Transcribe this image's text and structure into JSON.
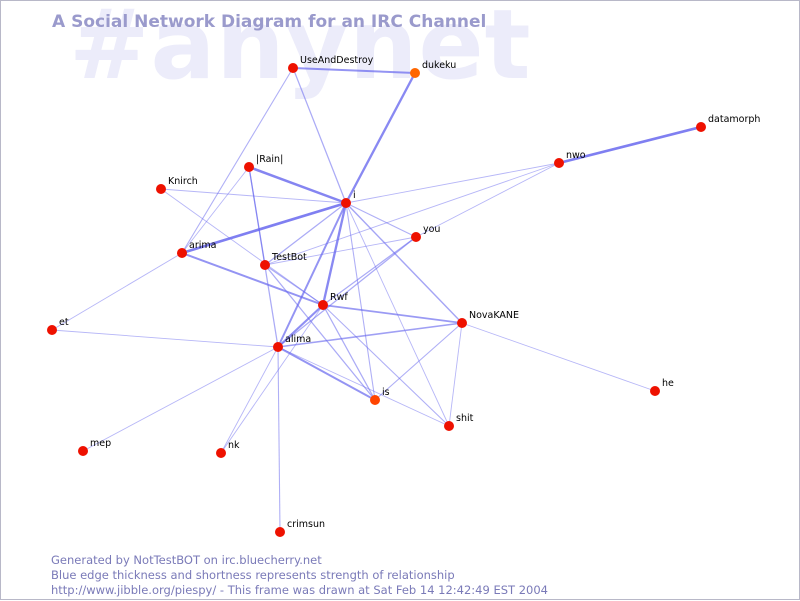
{
  "header": {
    "title": "A Social Network Diagram for an IRC Channel",
    "channel": "#anynet"
  },
  "footer": {
    "line1": "Generated by NotTestBOT on irc.bluecherry.net",
    "line2": "Blue edge thickness and shortness represents strength of relationship",
    "line3": "http://www.jibble.org/piespy/ - This frame was drawn at Sat Feb 14 12:42:49 EST 2004"
  },
  "colors": {
    "node_default": "#ee1100",
    "node_orange": "#ff6600",
    "edge": "#6666ee",
    "title": "#9a9acc"
  },
  "nodes": [
    {
      "id": "UseAndDestroy",
      "label": "UseAndDestroy",
      "color": "#ee1100"
    },
    {
      "id": "dukeku",
      "label": "dukeku",
      "color": "#ff6600"
    },
    {
      "id": "datamorph",
      "label": "datamorph",
      "color": "#ee1100"
    },
    {
      "id": "nwo",
      "label": "nwo",
      "color": "#ee1100"
    },
    {
      "id": "Rain",
      "label": "|Rain|",
      "color": "#ee1100"
    },
    {
      "id": "Knirch",
      "label": "Knirch",
      "color": "#ee1100"
    },
    {
      "id": "i",
      "label": "i",
      "color": "#ee1100"
    },
    {
      "id": "you",
      "label": "you",
      "color": "#ee1100"
    },
    {
      "id": "arima",
      "label": "arima",
      "color": "#ee1100"
    },
    {
      "id": "TestBot",
      "label": "TestBot",
      "color": "#ee1100"
    },
    {
      "id": "Rwf",
      "label": "Rwf",
      "color": "#ee1100"
    },
    {
      "id": "NovaKANE",
      "label": "NovaKANE",
      "color": "#ee1100"
    },
    {
      "id": "et",
      "label": "et",
      "color": "#ee1100"
    },
    {
      "id": "alima",
      "label": "alima",
      "color": "#ee1100"
    },
    {
      "id": "he",
      "label": "he",
      "color": "#ee1100"
    },
    {
      "id": "is",
      "label": "is",
      "color": "#ff4400"
    },
    {
      "id": "shit",
      "label": "shit",
      "color": "#ee1100"
    },
    {
      "id": "mep",
      "label": "mep",
      "color": "#ee1100"
    },
    {
      "id": "nk",
      "label": "nk",
      "color": "#ee1100"
    },
    {
      "id": "crimsun",
      "label": "crimsun",
      "color": "#ee1100"
    }
  ],
  "edges": [
    {
      "source": "UseAndDestroy",
      "target": "dukeku",
      "strength": 2.2
    },
    {
      "source": "UseAndDestroy",
      "target": "i",
      "strength": 1.4
    },
    {
      "source": "UseAndDestroy",
      "target": "arima",
      "strength": 1.2
    },
    {
      "source": "dukeku",
      "target": "i",
      "strength": 2.6
    },
    {
      "source": "datamorph",
      "target": "nwo",
      "strength": 3.0
    },
    {
      "source": "nwo",
      "target": "i",
      "strength": 1.0
    },
    {
      "source": "nwo",
      "target": "TestBot",
      "strength": 1.0
    },
    {
      "source": "Rain",
      "target": "i",
      "strength": 2.8
    },
    {
      "source": "Rain",
      "target": "TestBot",
      "strength": 1.4
    },
    {
      "source": "Rain",
      "target": "alima",
      "strength": 1.4
    },
    {
      "source": "Rain",
      "target": "arima",
      "strength": 1.0
    },
    {
      "source": "Knirch",
      "target": "i",
      "strength": 1.0
    },
    {
      "source": "Knirch",
      "target": "Rwf",
      "strength": 1.0
    },
    {
      "source": "i",
      "target": "arima",
      "strength": 3.0
    },
    {
      "source": "i",
      "target": "Rwf",
      "strength": 2.6
    },
    {
      "source": "i",
      "target": "alima",
      "strength": 2.2
    },
    {
      "source": "i",
      "target": "TestBot",
      "strength": 1.4
    },
    {
      "source": "i",
      "target": "you",
      "strength": 1.2
    },
    {
      "source": "i",
      "target": "NovaKANE",
      "strength": 1.6
    },
    {
      "source": "i",
      "target": "is",
      "strength": 1.2
    },
    {
      "source": "i",
      "target": "shit",
      "strength": 1.0
    },
    {
      "source": "you",
      "target": "alima",
      "strength": 1.4
    },
    {
      "source": "you",
      "target": "Rwf",
      "strength": 1.4
    },
    {
      "source": "you",
      "target": "TestBot",
      "strength": 1.0
    },
    {
      "source": "you",
      "target": "nwo",
      "strength": 1.0
    },
    {
      "source": "arima",
      "target": "Rwf",
      "strength": 2.2
    },
    {
      "source": "arima",
      "target": "et",
      "strength": 1.0
    },
    {
      "source": "TestBot",
      "target": "Rwf",
      "strength": 1.4
    },
    {
      "source": "TestBot",
      "target": "is",
      "strength": 1.4
    },
    {
      "source": "Rwf",
      "target": "NovaKANE",
      "strength": 2.0
    },
    {
      "source": "Rwf",
      "target": "alima",
      "strength": 2.4
    },
    {
      "source": "Rwf",
      "target": "is",
      "strength": 1.4
    },
    {
      "source": "Rwf",
      "target": "shit",
      "strength": 1.2
    },
    {
      "source": "Rwf",
      "target": "nk",
      "strength": 1.0
    },
    {
      "source": "NovaKANE",
      "target": "alima",
      "strength": 1.8
    },
    {
      "source": "NovaKANE",
      "target": "is",
      "strength": 1.2
    },
    {
      "source": "NovaKANE",
      "target": "shit",
      "strength": 1.0
    },
    {
      "source": "NovaKANE",
      "target": "he",
      "strength": 1.0
    },
    {
      "source": "et",
      "target": "alima",
      "strength": 1.0
    },
    {
      "source": "alima",
      "target": "is",
      "strength": 2.2
    },
    {
      "source": "alima",
      "target": "shit",
      "strength": 1.0
    },
    {
      "source": "alima",
      "target": "mep",
      "strength": 1.0
    },
    {
      "source": "alima",
      "target": "nk",
      "strength": 1.0
    },
    {
      "source": "alima",
      "target": "crimsun",
      "strength": 1.2
    }
  ]
}
